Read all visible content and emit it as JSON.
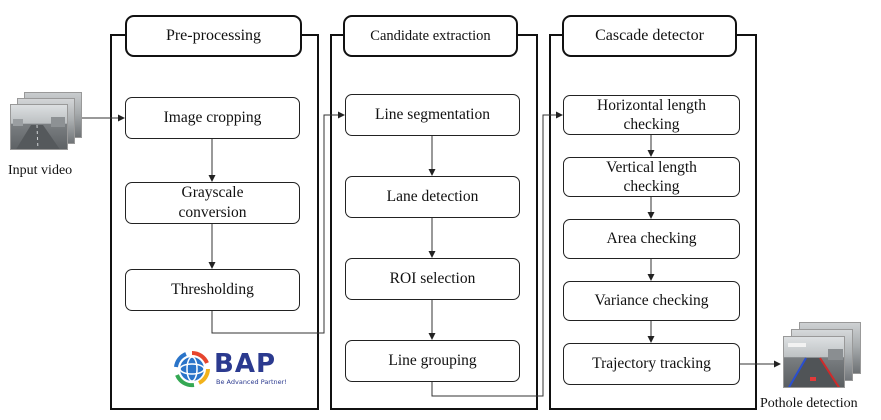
{
  "input_label": "Input video",
  "output_label": "Pothole detection",
  "logo": {
    "name": "BAP",
    "tagline": "Be Advanced Partner!"
  },
  "panels": [
    {
      "title": "Pre-processing",
      "steps": [
        "Image cropping",
        "Grayscale\nconversion",
        "Thresholding"
      ]
    },
    {
      "title": "Candidate extraction",
      "steps": [
        "Line segmentation",
        "Lane detection",
        "ROI selection",
        "Line grouping"
      ]
    },
    {
      "title": "Cascade detector",
      "steps": [
        "Horizontal length\nchecking",
        "Vertical length\nchecking",
        "Area checking",
        "Variance checking",
        "Trajectory tracking"
      ]
    }
  ]
}
